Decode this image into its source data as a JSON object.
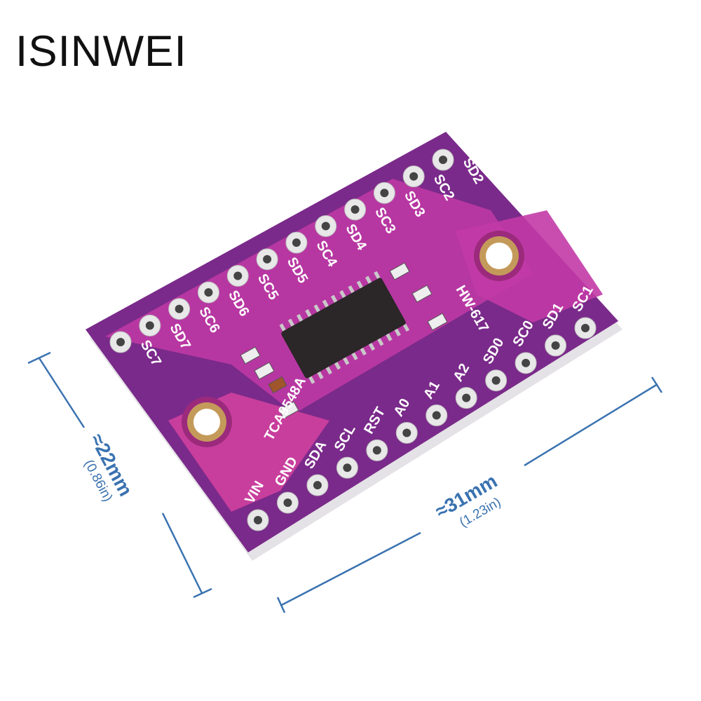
{
  "brand": "ISINWEI",
  "board": {
    "chip_label": "TCA9548A",
    "model_label": "HW-617",
    "top_pins": [
      "SC7",
      "SD7",
      "SC6",
      "SD6",
      "SC5",
      "SD5",
      "SC4",
      "SD4",
      "SC3",
      "SD3",
      "SC2",
      "SD2"
    ],
    "bottom_pins": [
      "VIN",
      "GND",
      "SDA",
      "SCL",
      "RST",
      "A0",
      "A1",
      "A2",
      "SD0",
      "SC0",
      "SD1",
      "SC1"
    ],
    "colors": {
      "pcb": "#c23aa6",
      "pcb_dark": "#7a2a8a",
      "dimension": "#3a72b0"
    }
  },
  "dimensions": {
    "height_mm": "≈22mm",
    "height_in": "(0.86in)",
    "width_mm": "≈31mm",
    "width_in": "(1.23in)"
  }
}
